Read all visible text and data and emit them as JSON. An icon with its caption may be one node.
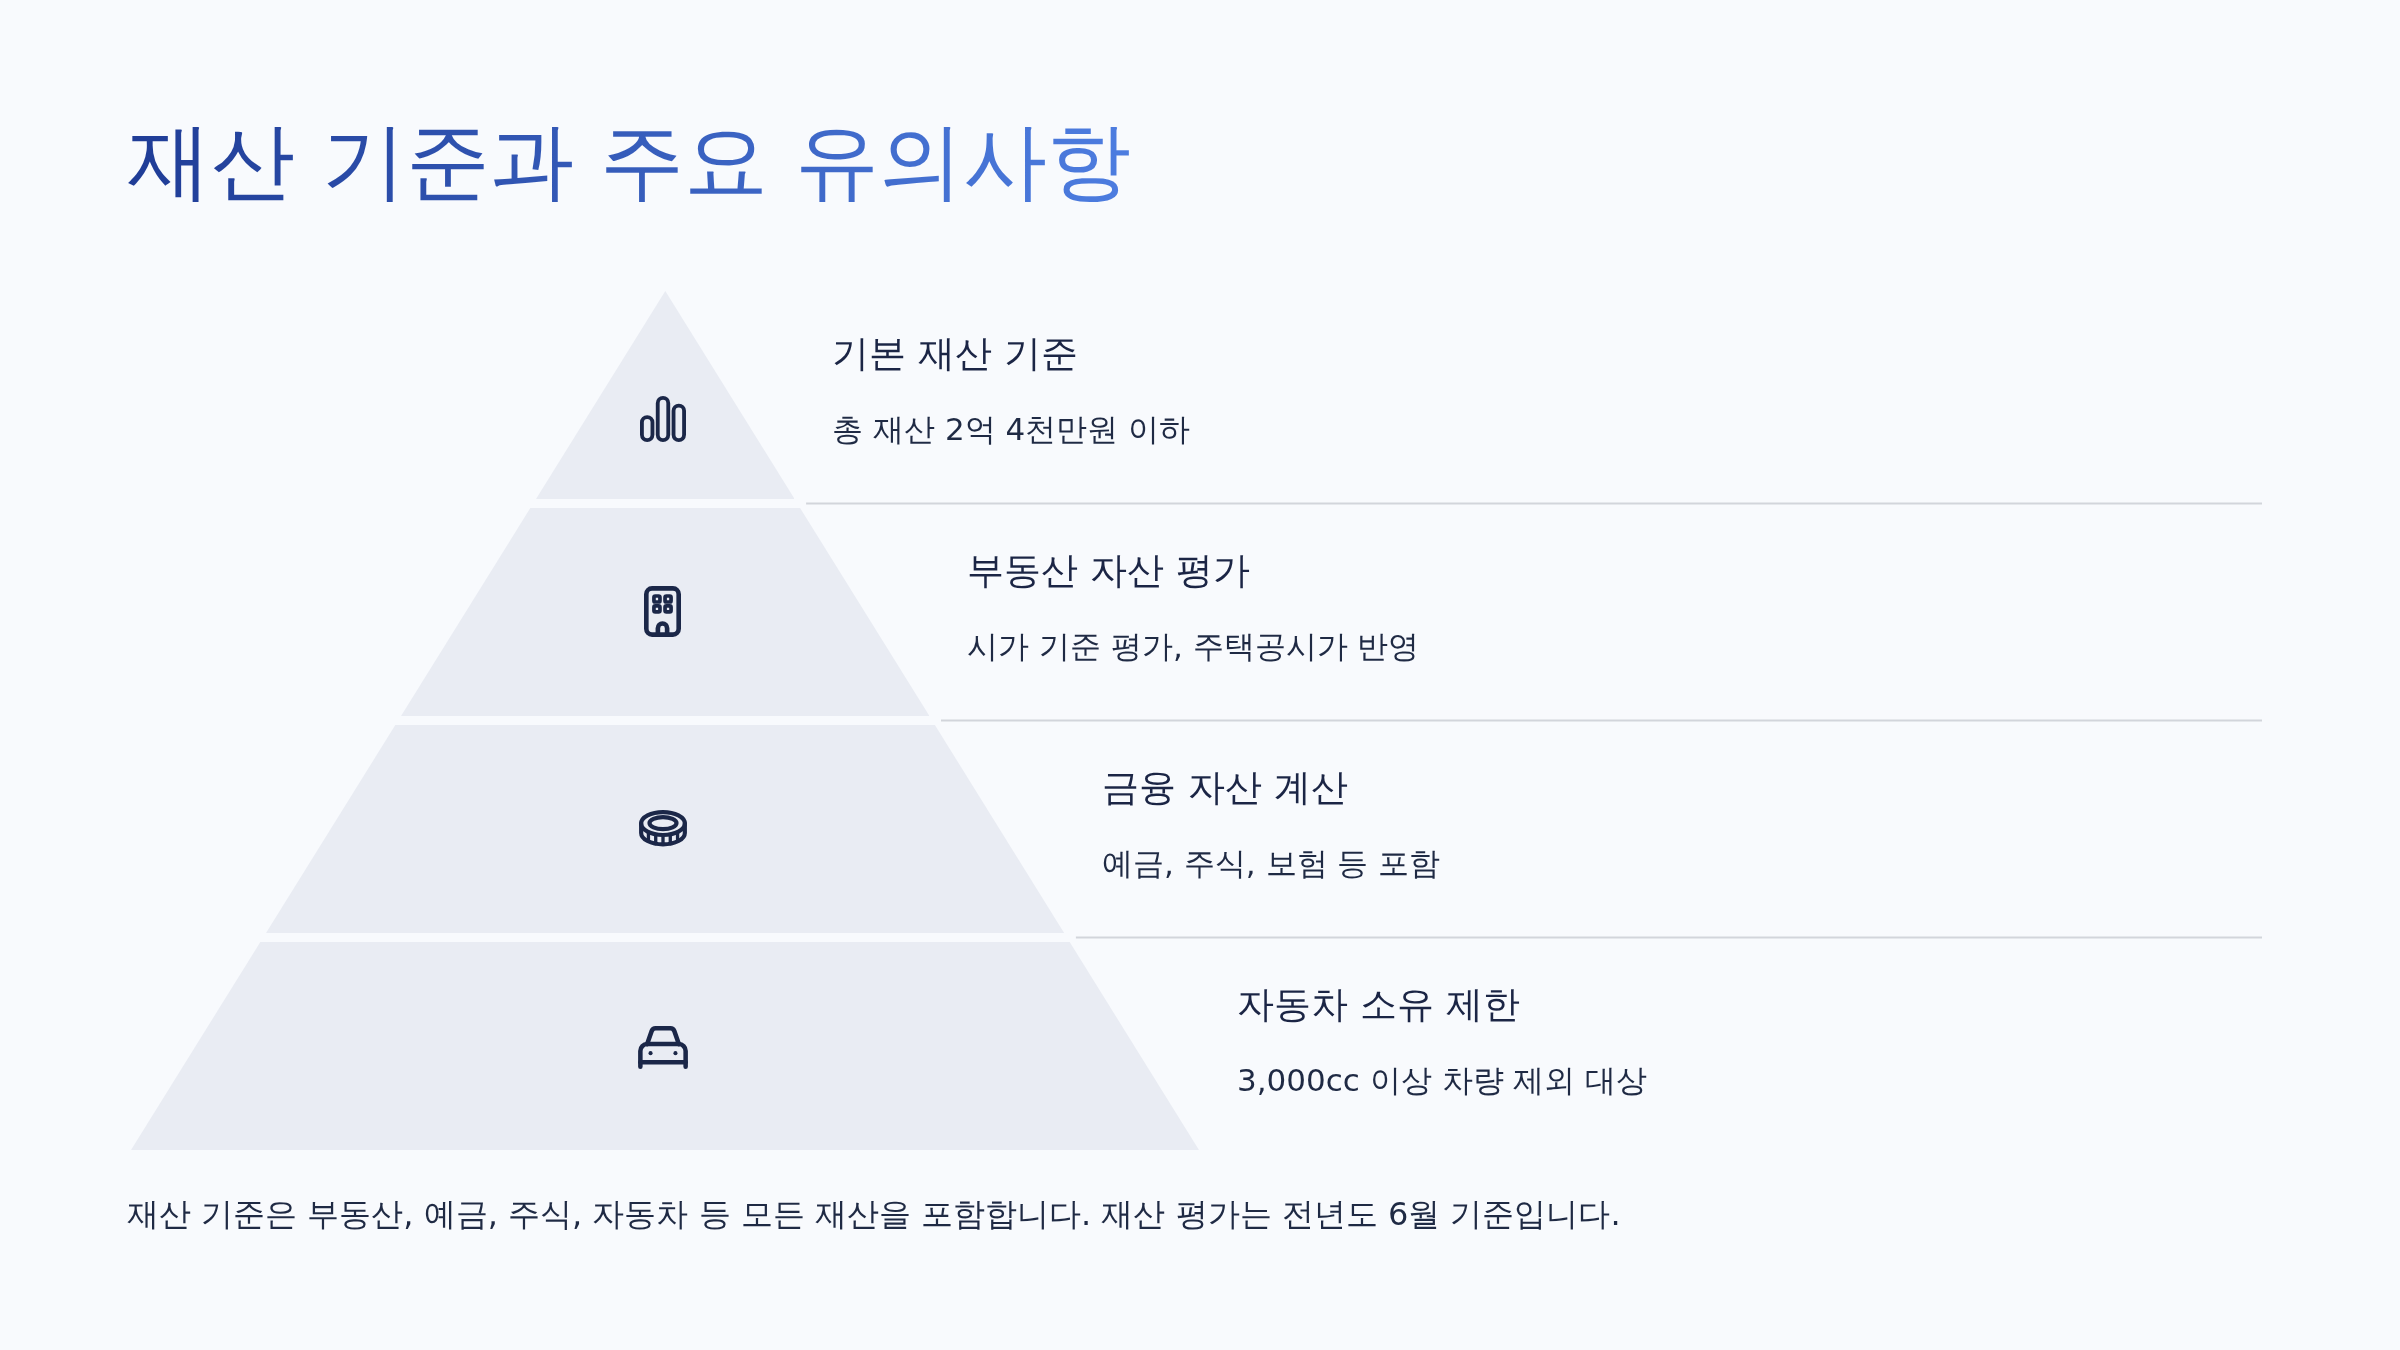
{
  "diagram": {
    "title": "재산 기준과 주요 유의사항",
    "nodes": [
      {
        "text": [],
        "shape": "triangle",
        "beside": [
          "기본 재산 기준",
          "총 재산 2억 4천만원 이하"
        ]
      },
      {
        "text": [],
        "shape": "trapezoid",
        "beside": [
          "부동산 자산 평가",
          "시가 기준 평가, 주택공시가 반영"
        ]
      },
      {
        "text": [],
        "shape": "trapezoid",
        "beside": [
          "금융 자산 계산",
          "예금, 주식, 보험 등 포함"
        ]
      },
      {
        "text": [],
        "shape": "trapezoid",
        "beside": [
          "자동차 소유 제한",
          "3,000cc 이상 차량 제외 대상"
        ]
      }
    ],
    "caption": "재산 기준은 부동산, 예금, 주식, 자동차 등 모든 재산을 포함합니다. 재산 평가는 전년도 6월 기준입니다."
  }
}
